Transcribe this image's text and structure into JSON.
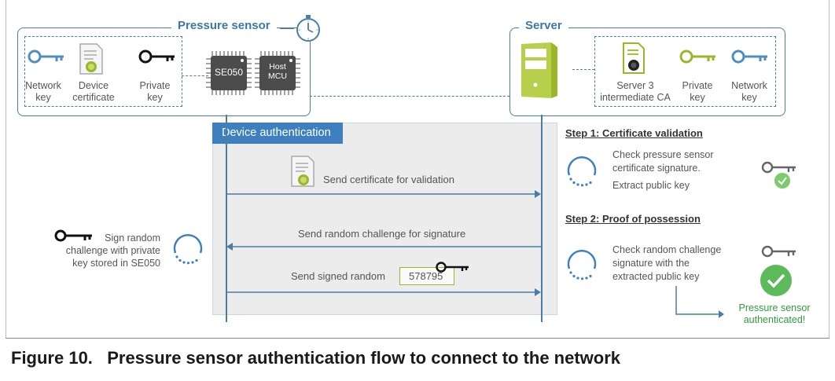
{
  "pressure_sensor": {
    "title": "Pressure sensor",
    "network_key_label": "Network\nkey",
    "device_cert_label": "Device\ncertificate",
    "private_key_label": "Private\nkey",
    "se050_label": "SE050",
    "host_mcu_label": "Host\nMCU"
  },
  "server": {
    "title": "Server",
    "ca_label": "Server 3\nintermediate CA",
    "private_key_label": "Private\nkey",
    "network_key_label": "Network\nkey"
  },
  "flow": {
    "title": "Device authentication",
    "msg1": "Send certificate for validation",
    "msg2": "Send random challenge for signature",
    "msg3": "Send signed random",
    "signed_value": "578795",
    "sign_text": "Sign random\nchallenge with private\nkey stored in SE050"
  },
  "step1": {
    "heading": "Step 1: Certificate validation",
    "line1": "Check pressure sensor\ncertificate signature.",
    "line2": "Extract public key"
  },
  "step2": {
    "heading": "Step 2: Proof of possession",
    "text": "Check random challenge\nsignature with the\nextracted public key",
    "result": "Pressure sensor\nauthenticated!"
  },
  "caption": "Figure 10.   Pressure sensor authentication flow to connect to the network",
  "colors": {
    "blue": "#4a7da8",
    "header_blue": "#3d76a8",
    "key_blue": "#4e8fbf",
    "green": "#9ab72a",
    "success_green": "#5cba5a",
    "result_text_green": "#2e9e3a",
    "panel_gray": "#ececec"
  },
  "icons": [
    "network-key-icon",
    "certificate-icon",
    "private-key-icon",
    "chip-icon",
    "stopwatch-icon",
    "server-icon",
    "ca-certificate-icon",
    "spinner-icon",
    "checkmark-icon"
  ]
}
